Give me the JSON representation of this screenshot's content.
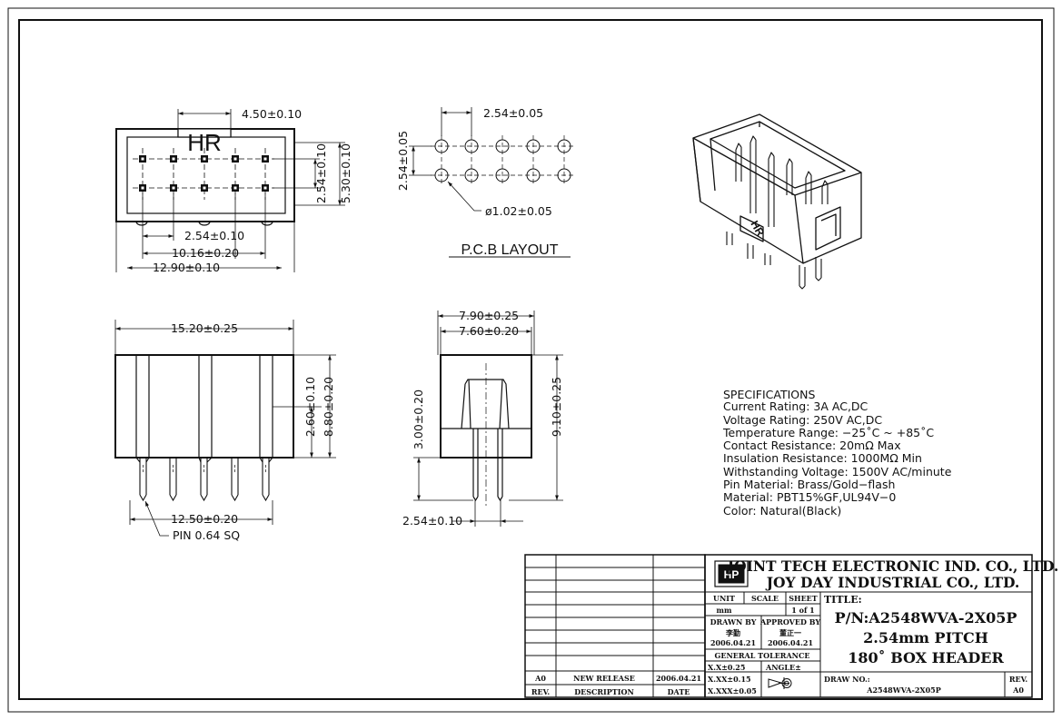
{
  "views": {
    "top": {
      "logo": "HR",
      "dim_key_width": "4.50±0.10",
      "dim_row_pitch": "2.54±0.10",
      "dim_body_depth": "5.30±0.10",
      "dim_pin_pitch": "2.54±0.10",
      "dim_pin_span": "10.16±0.20",
      "dim_body_width": "12.90±0.10"
    },
    "pcb": {
      "dim_pitch_x": "2.54±0.05",
      "dim_pitch_y": "2.54±0.05",
      "dim_hole": "ø1.02±0.05",
      "title": "P.C.B  LAYOUT"
    },
    "front": {
      "dim_length": "15.20±0.25",
      "dim_tail_a": "2.60±0.10",
      "dim_tail_b": "8.80±0.20",
      "dim_pin_span": "12.50±0.20",
      "pin_note": "PIN  0.64  SQ"
    },
    "side": {
      "dim_outer": "7.90±0.25",
      "dim_inner": "7.60±0.20",
      "dim_height": "9.10±0.25",
      "dim_base": "3.00±0.20",
      "dim_pitch": "2.54±0.10"
    },
    "iso": {
      "logo": "HR"
    }
  },
  "specifications": {
    "heading": "SPECIFICATIONS",
    "lines": [
      "Current Rating: 3A AC,DC",
      "Voltage Rating: 250V AC,DC",
      "Temperature Range: −25˚C ~ +85˚C",
      "Contact Resistance: 20mΩ Max",
      "Insulation Resistance: 1000MΩ Min",
      "Withstanding Voltage: 1500V AC/minute",
      "Pin Material: Brass/Gold−flash",
      "Material: PBT15%GF,UL94V−0",
      "Color: Natural(Black)"
    ]
  },
  "title_block": {
    "company_1": "JOINT TECH ELECTRONIC IND. CO., LTD.",
    "company_2": "JOY DAY INDUSTRIAL CO., LTD.",
    "unit_label": "UNIT",
    "unit_value": "mm",
    "scale_label": "SCALE",
    "sheet_label": "SHEET",
    "sheet_value": "1 of 1",
    "drawn_label": "DRAWN BY",
    "drawn_name": "李勤",
    "drawn_date": "2006.04.21",
    "approved_label": "APPROVED BY",
    "approved_name": "董正一",
    "approved_date": "2006.04.21",
    "general_tol_label": "GENERAL TOLERANCE",
    "tol_1": "X.X±0.25",
    "tol_2": "X.XX±0.15",
    "tol_3": "X.XXX±0.05",
    "angle_label": "ANGLE±",
    "title_label": "TITLE:",
    "part_number": "P/N:A2548WVA-2X05P",
    "desc_1": "2.54mm PITCH",
    "desc_2": "180˚ BOX HEADER",
    "draw_no_label": "DRAW NO.:",
    "draw_no_value": "A2548WVA-2X05P",
    "rev_label": "REV.",
    "rev_value": "A0"
  },
  "revision_table": {
    "rev_header": "REV.",
    "desc_header": "DESCRIPTION",
    "date_header": "DATE",
    "rows": [
      {
        "rev": "A0",
        "description": "NEW RELEASE",
        "date": "2006.04.21"
      }
    ]
  }
}
